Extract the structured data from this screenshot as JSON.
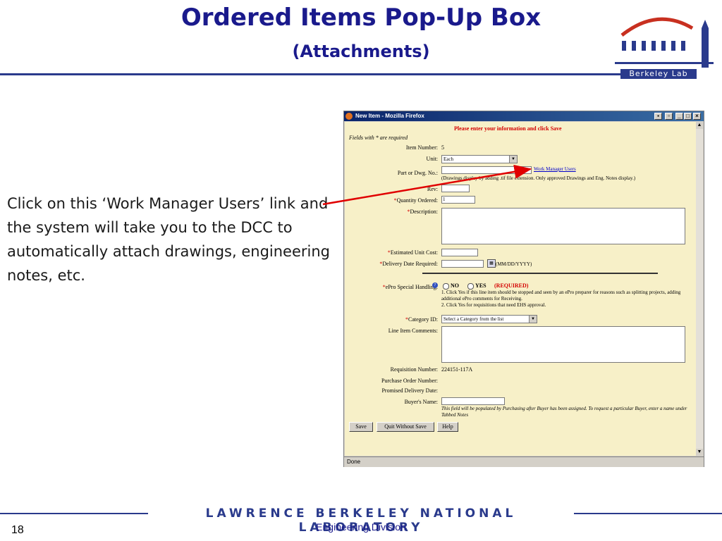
{
  "slide": {
    "title": "Ordered Items Pop-Up Box",
    "subtitle": "(Attachments)",
    "callout": "Click on this ‘Work Manager Users’ link and the system will take you to the DCC to automatically attach drawings, engineering notes, etc.",
    "logo_text": "Berkeley Lab",
    "footer_lab": "Lawrence Berkeley National Laboratory",
    "footer_division": "Engineering Division",
    "page_number": "18",
    "accent_color": "#1a1a8c",
    "arrow_color": "#e00000"
  },
  "window": {
    "title": "New Item - Mozilla Firefox",
    "status": "Done"
  },
  "form": {
    "instruction": "Please enter your information and click Save",
    "required_note": "Fields with * are required",
    "item_number_label": "Item Number:",
    "item_number_value": "5",
    "unit_label": "Unit:",
    "unit_value": "Each",
    "part_label": "Part or Dwg. No.:",
    "work_manager_link": "Work Manager Users",
    "drawings_note": "(Drawings display by adding .tif file extension. Only approved Drawings and Eng. Notes display.)",
    "rev_label": "Rev:",
    "quantity_label": "Quantity Ordered:",
    "quantity_value": "1",
    "description_label": "Description:",
    "unit_cost_label": "Estimated Unit Cost:",
    "delivery_label": "Delivery Date Required:",
    "date_format": "(MM/DD/YYYY)",
    "epro_label": "ePro Special Handling:",
    "epro_no": "NO",
    "epro_yes": "YES",
    "epro_required": "(REQUIRED)",
    "epro_note1": "1. Click Yes if this line item should be stopped and seen by an ePro preparer for reasons such as splitting projects, adding additional ePro comments for Receiving.",
    "epro_note2": "2. Click Yes for requisitions that need EHS approval.",
    "category_label": "Category ID:",
    "category_value": "Select a Category from the list",
    "comments_label": "Line Item Comments:",
    "requisition_label": "Requisition Number:",
    "requisition_value": "224151-117A",
    "po_label": "Purchase Order Number:",
    "promised_label": "Promised Delivery Date:",
    "buyer_label": "Buyer's Name:",
    "buyer_note": "This field will be populated by Purchasing after Buyer has been assigned. To request a particular Buyer, enter a name under Tabbed Notes",
    "save_button": "Save",
    "quit_button": "Quit Without Save",
    "help_button": "Help"
  }
}
